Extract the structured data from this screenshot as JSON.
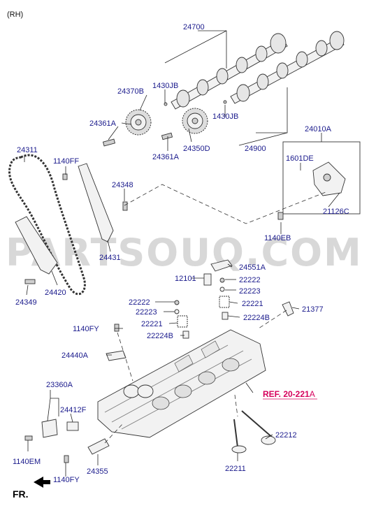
{
  "variant_label": "(RH)",
  "watermark": "PARTSOUQ.COM",
  "front_label": "FR.",
  "reference": {
    "prefix": "REF. 20-221",
    "suffix": "A"
  },
  "labels": {
    "p24700": "24700",
    "p1430jb_a": "1430JB",
    "p24370b": "24370B",
    "p24361a_a": "24361A",
    "p1430jb_b": "1430JB",
    "p24361a_b": "24361A",
    "p24350d": "24350D",
    "p24900": "24900",
    "p24010a": "24010A",
    "p1601de": "1601DE",
    "p21126c": "21126C",
    "p1140eb": "1140EB",
    "p24311": "24311",
    "p1140ff": "1140FF",
    "p24348": "24348",
    "p24431": "24431",
    "p24420": "24420",
    "p24349": "24349",
    "p24551a": "24551A",
    "p12101": "12101",
    "p22222_a": "22222",
    "p22223_a": "22223",
    "p22221_a": "22221",
    "p21377": "21377",
    "p22224b_a": "22224B",
    "p22222_b": "22222",
    "p22223_b": "22223",
    "p22221_b": "22221",
    "p22224b_b": "22224B",
    "p1140fy_a": "1140FY",
    "p24440a": "24440A",
    "p23360a": "23360A",
    "p24412f": "24412F",
    "p1140em": "1140EM",
    "p1140fy_b": "1140FY",
    "p24355": "24355",
    "p22212": "22212",
    "p22211": "22211"
  }
}
